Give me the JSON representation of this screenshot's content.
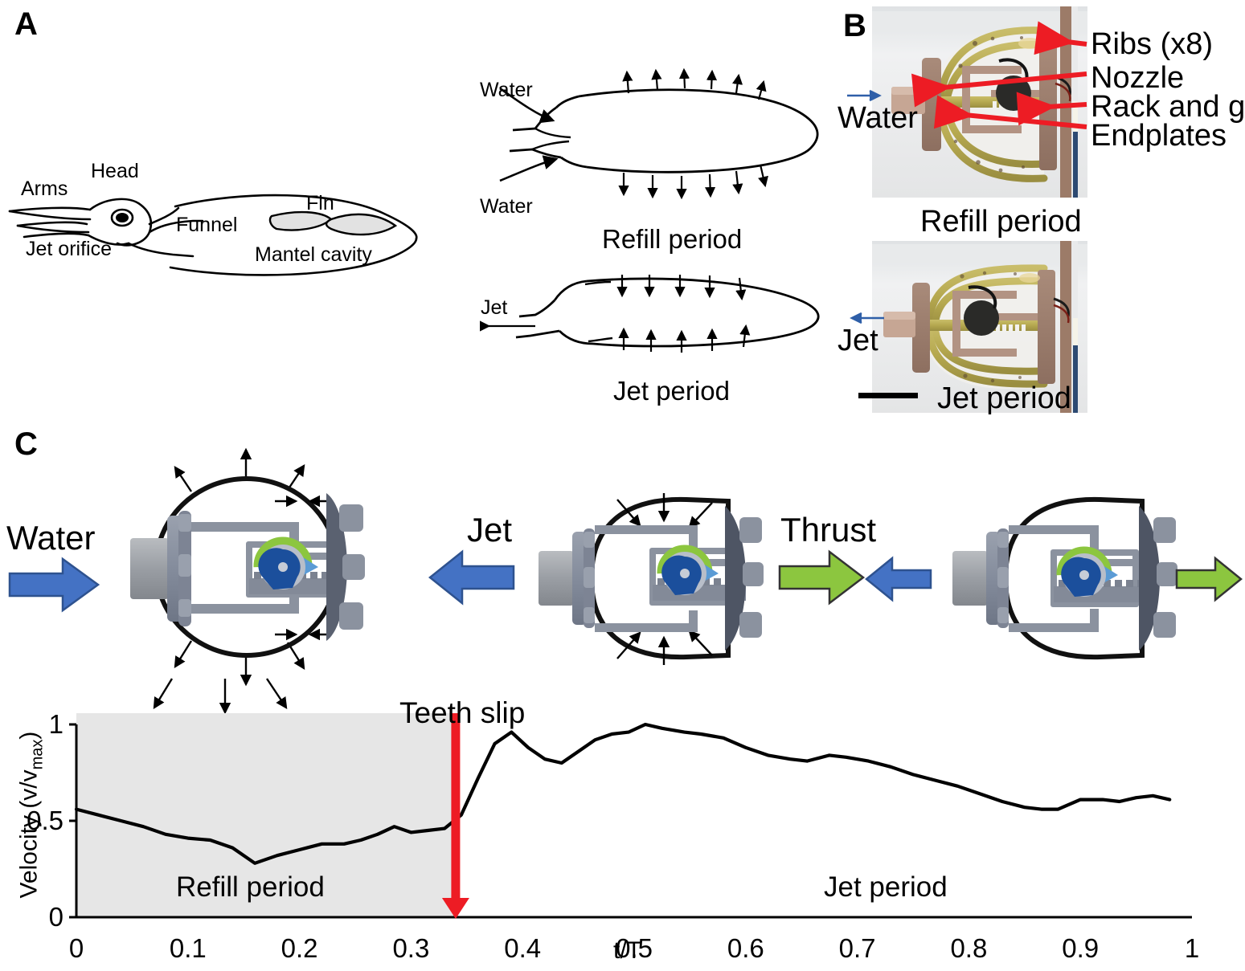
{
  "panels": {
    "a": {
      "letter": "A"
    },
    "b": {
      "letter": "B"
    },
    "c": {
      "letter": "C"
    }
  },
  "squid_diagram": {
    "labels": {
      "arms": "Arms",
      "head": "Head",
      "jet_orifice": "Jet orifice",
      "funnel": "Funnel",
      "fin": "Fin",
      "mantel_cavity": "Mantel cavity"
    }
  },
  "schematic": {
    "refill": {
      "water_top": "Water",
      "water_bottom": "Water",
      "caption": "Refill period"
    },
    "jet": {
      "jet_label": "Jet",
      "caption": "Jet period"
    }
  },
  "photos": {
    "refill": {
      "caption": "Refill period",
      "flow_label": "Water",
      "annotations": [
        "Ribs (x8)",
        "Nozzle",
        "Rack and gear",
        "Endplates"
      ]
    },
    "jet": {
      "caption": "Jet period",
      "flow_label": "Jet",
      "has_scale_bar": true
    }
  },
  "cad": {
    "left": {
      "flow_label": "Water",
      "flow_color": "#4472C4"
    },
    "middle": {
      "jet_label": "Jet",
      "jet_color": "#4472C4",
      "thrust_label": "Thrust",
      "thrust_color": "#8CC63F"
    },
    "right": {
      "jet_color": "#4472C4",
      "thrust_color": "#8CC63F"
    }
  },
  "colors": {
    "blue_arrow": "#4472C4",
    "blue_arrow_border": "#2E528F",
    "green_arrow": "#8CC63F",
    "green_arrow_border": "#333333",
    "red_annotation": "#ED1C24",
    "gear_blue": "#1B4F9C",
    "gear_green": "#8CC63F",
    "body_gray": "#8A91A0",
    "shade_gray": "#E6E6E6"
  },
  "chart_data": {
    "type": "line",
    "title": "",
    "xlabel": "t/T",
    "ylabel": "Velocity (v/vmax)",
    "ylabel_main": "Velocity (v/v",
    "ylabel_sub": "max",
    "ylabel_end": ")",
    "xlim": [
      0,
      1
    ],
    "ylim": [
      0,
      1
    ],
    "xticks": [
      "0",
      "0.1",
      "0.2",
      "0.3",
      "0.4",
      "0.5",
      "0.6",
      "0.7",
      "0.8",
      "0.9",
      "1"
    ],
    "xtick_values": [
      0,
      0.1,
      0.2,
      0.3,
      0.4,
      0.5,
      0.6,
      0.7,
      0.8,
      0.9,
      1
    ],
    "yticks": [
      "0",
      "0.5",
      "1"
    ],
    "ytick_values": [
      0,
      0.5,
      1
    ],
    "grid": false,
    "legend": false,
    "annotations": [
      {
        "text": "Teeth slip",
        "x": 0.34,
        "type": "arrow-down",
        "color": "#ED1C24"
      },
      {
        "text": "Refill period",
        "x": 0.17,
        "y": 0.12,
        "type": "region-label"
      },
      {
        "text": "Jet period",
        "x": 0.67,
        "y": 0.12,
        "type": "region-label"
      }
    ],
    "shaded_region": {
      "x0": 0.0,
      "x1": 0.34,
      "color": "#E6E6E6",
      "label": "Refill period"
    },
    "teeth_slip_x": 0.34,
    "x": [
      0.0,
      0.02,
      0.04,
      0.06,
      0.08,
      0.1,
      0.12,
      0.14,
      0.16,
      0.18,
      0.2,
      0.22,
      0.24,
      0.255,
      0.27,
      0.285,
      0.3,
      0.315,
      0.33,
      0.345,
      0.36,
      0.375,
      0.39,
      0.405,
      0.42,
      0.435,
      0.45,
      0.465,
      0.48,
      0.495,
      0.51,
      0.525,
      0.545,
      0.56,
      0.58,
      0.6,
      0.62,
      0.64,
      0.655,
      0.675,
      0.69,
      0.71,
      0.73,
      0.75,
      0.77,
      0.79,
      0.81,
      0.83,
      0.85,
      0.865,
      0.88,
      0.9,
      0.92,
      0.935,
      0.95,
      0.965,
      0.98
    ],
    "y": [
      0.56,
      0.53,
      0.5,
      0.47,
      0.43,
      0.41,
      0.4,
      0.36,
      0.28,
      0.32,
      0.35,
      0.38,
      0.38,
      0.4,
      0.43,
      0.47,
      0.44,
      0.45,
      0.46,
      0.53,
      0.72,
      0.9,
      0.96,
      0.88,
      0.82,
      0.8,
      0.86,
      0.92,
      0.95,
      0.96,
      1.0,
      0.98,
      0.96,
      0.95,
      0.93,
      0.88,
      0.84,
      0.82,
      0.81,
      0.84,
      0.83,
      0.81,
      0.78,
      0.74,
      0.71,
      0.68,
      0.64,
      0.6,
      0.57,
      0.56,
      0.56,
      0.61,
      0.61,
      0.6,
      0.62,
      0.63,
      0.61
    ]
  }
}
